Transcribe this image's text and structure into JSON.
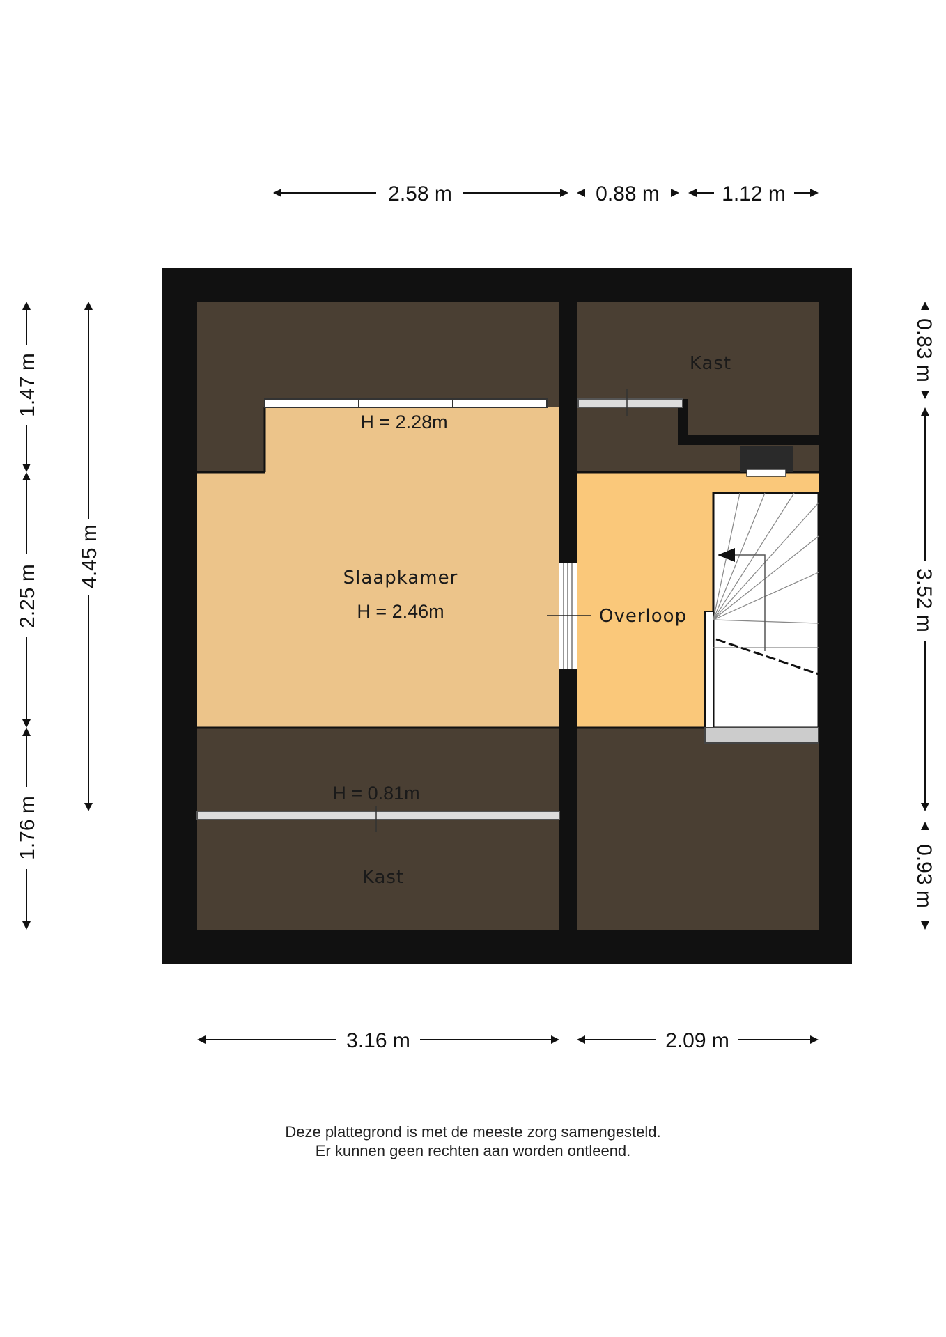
{
  "rooms": {
    "slaapkamer": {
      "name": "Slaapkamer",
      "height_label": "H = 2.46m",
      "window_height_label": "H = 2.28m"
    },
    "overloop": {
      "name": "Overloop"
    },
    "kast_top": {
      "name": "Kast"
    },
    "kast_bottom": {
      "name": "Kast",
      "height_label": "H = 0.81m"
    }
  },
  "dimensions": {
    "top": [
      "2.58 m",
      "0.88 m",
      "1.12 m"
    ],
    "bottom": [
      "3.16 m",
      "2.09 m"
    ],
    "left_outer": [
      "1.47 m",
      "2.25 m",
      "1.76 m"
    ],
    "left_inner": "4.45 m",
    "right": [
      "0.83 m",
      "3.52 m",
      "0.93 m"
    ]
  },
  "disclaimer": {
    "line1": "Deze plattegrond is met de meeste zorg samengesteld.",
    "line2": "Er kunnen geen rechten aan worden ontleend."
  },
  "colors": {
    "wall": "#111111",
    "attic": "#4a3f33",
    "bedroom": "#ecc48a",
    "landing": "#fac87a",
    "stairs": "#ffffff"
  }
}
